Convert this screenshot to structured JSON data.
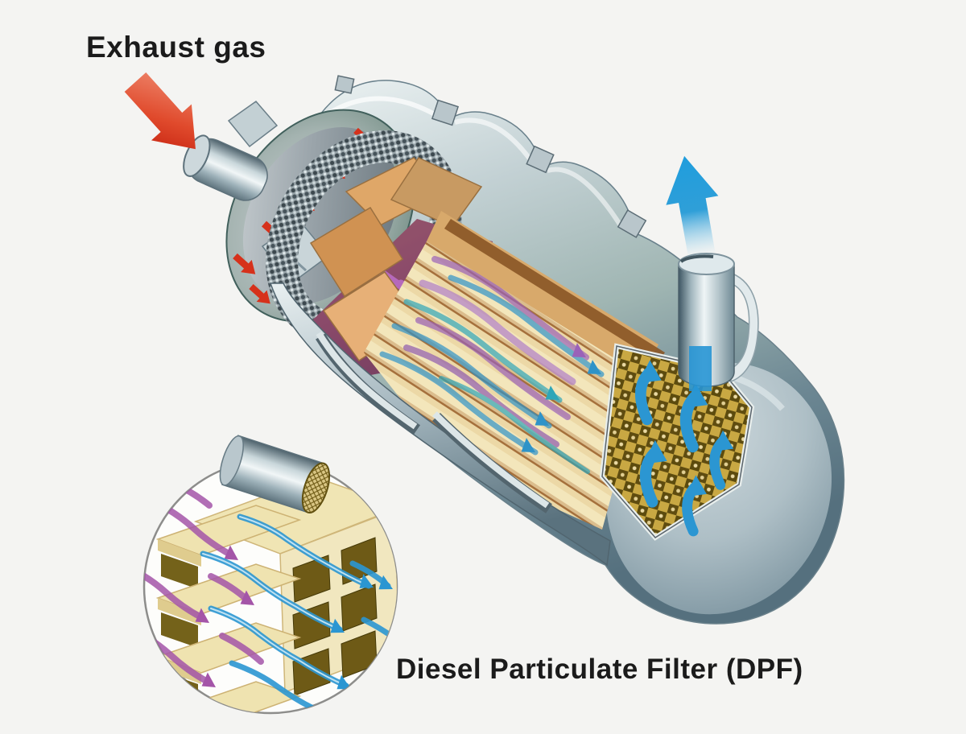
{
  "labels": {
    "exhaust_gas": "Exhaust gas",
    "dpf_title": "Diesel Particulate Filter (DPF)"
  },
  "diagram": {
    "type": "cutaway-technical-illustration",
    "subject": "Diesel Particulate Filter (DPF)",
    "parts": [
      "exhaust-inlet-arrow",
      "inlet-pipe",
      "inlet-end-cap",
      "diffuser-mesh-ring",
      "oxidation-catalyst-blocks",
      "filter-channel-core",
      "checkered-filter-end-plate",
      "outlet-pipe",
      "clean-gas-outlet-arrow",
      "canister-shell-with-band-clamps",
      "wall-flow-detail-inset",
      "mini-filter-core-cylinder"
    ],
    "colors": {
      "exhaust_in_arrow": "#d6311b",
      "soot_flow_arrow": "#a455a8",
      "clean_flow_arrow": "#2b96d2",
      "outlet_arrow": "#1f9ddd",
      "shell_metal": "#9fb3bb",
      "substrate_tan": "#dca467",
      "channel_cream": "#f2e5bb",
      "checker_gold": "#c9a83f",
      "checker_dark": "#5c4b0e",
      "inset_cream": "#f1e7bf",
      "text": "#1b1b1b"
    }
  }
}
